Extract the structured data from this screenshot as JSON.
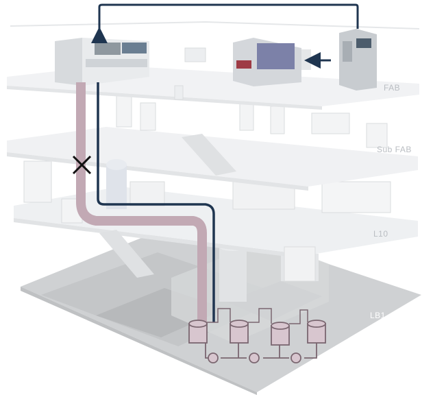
{
  "floors": {
    "fab": "FAB",
    "subfab": "Sub FAB",
    "l10": "L10",
    "lb1": "LB1"
  },
  "colors": {
    "supply_line": "#1f3550",
    "return_line": "#c2a9b4",
    "tank_fill": "#d8c6cf",
    "tank_stroke": "#7a6670",
    "floor_slab": "#eceef0",
    "basement": "#c9cbcd"
  },
  "icons": [
    "blocked-x-icon",
    "flow-arrow-icon"
  ]
}
